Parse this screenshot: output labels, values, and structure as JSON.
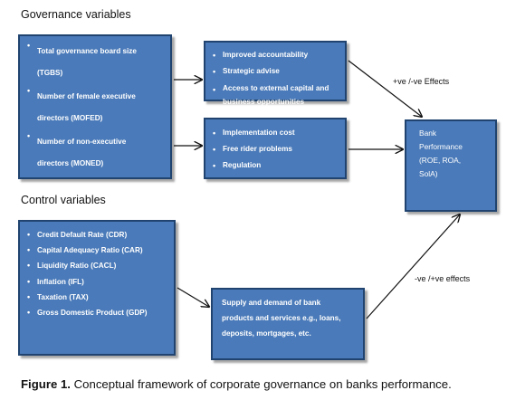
{
  "headings": {
    "governance": "Governance variables",
    "control": "Control variables"
  },
  "governance_box": {
    "items": [
      {
        "lines": [
          "Total governance board size",
          "(TGBS)"
        ]
      },
      {
        "lines": [
          "Number of female executive",
          "directors (MOFED)"
        ]
      },
      {
        "lines": [
          "Number of non-executive",
          "directors (MONED)"
        ]
      }
    ]
  },
  "benefits_box": {
    "items": [
      {
        "lines": [
          "Improved accountability"
        ]
      },
      {
        "lines": [
          "Strategic advise"
        ]
      },
      {
        "lines": [
          "Access to external capital and",
          "business opportunities"
        ]
      }
    ]
  },
  "costs_box": {
    "items": [
      {
        "lines": [
          "Implementation cost"
        ]
      },
      {
        "lines": [
          "Free rider problems"
        ]
      },
      {
        "lines": [
          "Regulation"
        ]
      }
    ]
  },
  "performance_box": {
    "lines": [
      "Bank",
      "Performance",
      "(ROE, ROA,",
      "SolA)"
    ]
  },
  "control_box": {
    "items": [
      "Credit Default Rate (CDR)",
      "Capital Adequacy Ratio (CAR)",
      "Liquidity Ratio (CACL)",
      "Inflation (IFL)",
      "Taxation (TAX)",
      "Gross Domestic Product (GDP)"
    ]
  },
  "supply_box": {
    "lines": [
      "Supply and demand of bank",
      "products and services e.g., loans,",
      "deposits, mortgages, etc."
    ]
  },
  "edge_labels": {
    "top": "+ve /-ve Effects",
    "bottom": "-ve /+ve effects"
  },
  "caption": {
    "prefix": "Figure 1.",
    "text": "Conceptual framework of corporate governance on banks performance."
  },
  "colors": {
    "box_fill": "#4a7ab9",
    "box_border": "#20446f",
    "arrow": "#111111"
  }
}
